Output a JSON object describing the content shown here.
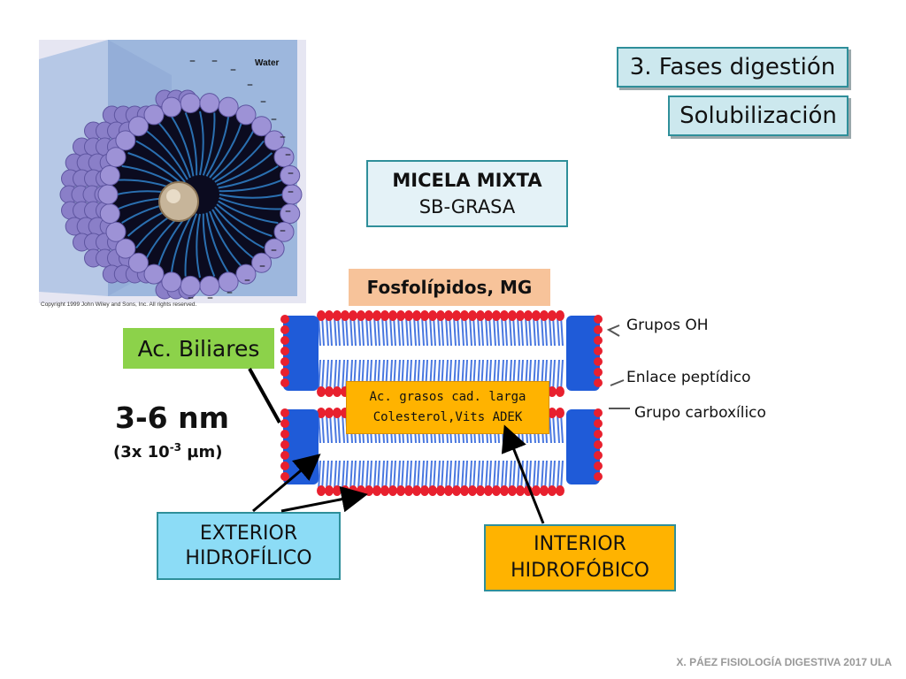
{
  "titles": {
    "main": "3. Fases digestión",
    "sub": "Solubilización"
  },
  "micela": {
    "line1": "MICELA MIXTA",
    "line2": "SB-GRASA"
  },
  "fosfolipidos": "Fosfolípidos, MG",
  "ac_biliares": "Ac. Biliares",
  "interior_core": {
    "line1": "Ac. grasos cad. larga",
    "line2": "Colesterol,Vits ADEK"
  },
  "size": {
    "main": "3-6 nm",
    "sub_prefix": "(3x 10",
    "sub_exp": "-3",
    "sub_suffix": " µm)"
  },
  "side_labels": {
    "grupos_oh": "Grupos OH",
    "enlace": "Enlace peptídico",
    "carboxilico": "Grupo carboxílico"
  },
  "exterior": {
    "line1": "EXTERIOR",
    "line2": "HIDROFÍLICO"
  },
  "interior": {
    "line1": "INTERIOR",
    "line2": "HIDROFÓBICO"
  },
  "micelle_image": {
    "water": "Water",
    "copyright": "Copyright 1999 John Wiley and Sons, Inc. All rights reserved.",
    "charge_symbol": "–"
  },
  "footer": "X. PÁEZ   FISIOLOGÍA DIGESTIVA 2017 ULA",
  "colors": {
    "teal_border": "#2f8f9a",
    "title_bg": "#cce8ee",
    "biliar_green": "#8cd24a",
    "fosfo_orange": "#f7c39a",
    "hydrophobic_orange": "#ffb300",
    "hydrophilic_blue": "#8cdcf6",
    "head_red": "#e8202e",
    "bile_blue": "#1f5bd8",
    "tail_blue": "#4a78e0"
  }
}
